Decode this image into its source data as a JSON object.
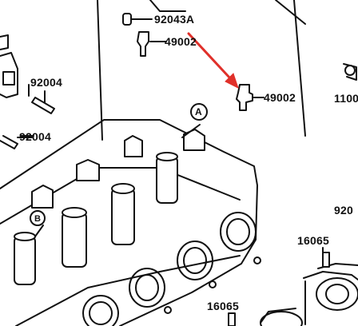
{
  "diagram": {
    "callouts": {
      "c92043a": "92043A",
      "c49002_upper": "49002",
      "c49002_red": "49002",
      "c92004_top": "92004",
      "c92004_mid": "92004",
      "c1100": "1100",
      "c920": "920",
      "c16065_right": "16065",
      "c16065_bottom": "16065",
      "ref_a": "A",
      "ref_b": "B"
    },
    "colors": {
      "ink": "#111111",
      "arrow": "#e0302a",
      "paper": "#ffffff"
    }
  }
}
